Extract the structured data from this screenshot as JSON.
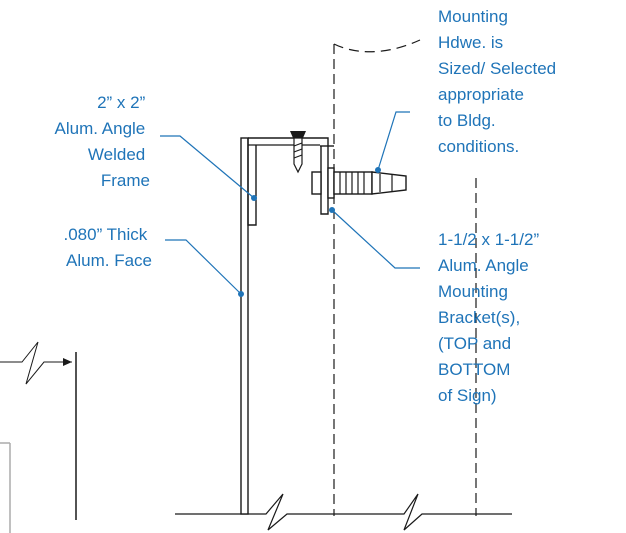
{
  "colors": {
    "callout": "#1f74b8",
    "linework": "#1a1a1a",
    "background": "#ffffff"
  },
  "labels": {
    "mounting_hdwe": [
      "Mounting",
      "Hdwe. is",
      "Sized/ Selected",
      "appropriate",
      "to Bldg.",
      "conditions."
    ],
    "angle_frame": [
      "2” x 2”",
      "Alum. Angle",
      "Welded",
      "Frame"
    ],
    "face": [
      ".080” Thick",
      "Alum. Face"
    ],
    "bracket": [
      "1-1/2 x 1-1/2”",
      "Alum. Angle",
      "Mounting",
      "Bracket(s),",
      "(TOP and",
      "BOTTOM",
      "of Sign)"
    ]
  }
}
